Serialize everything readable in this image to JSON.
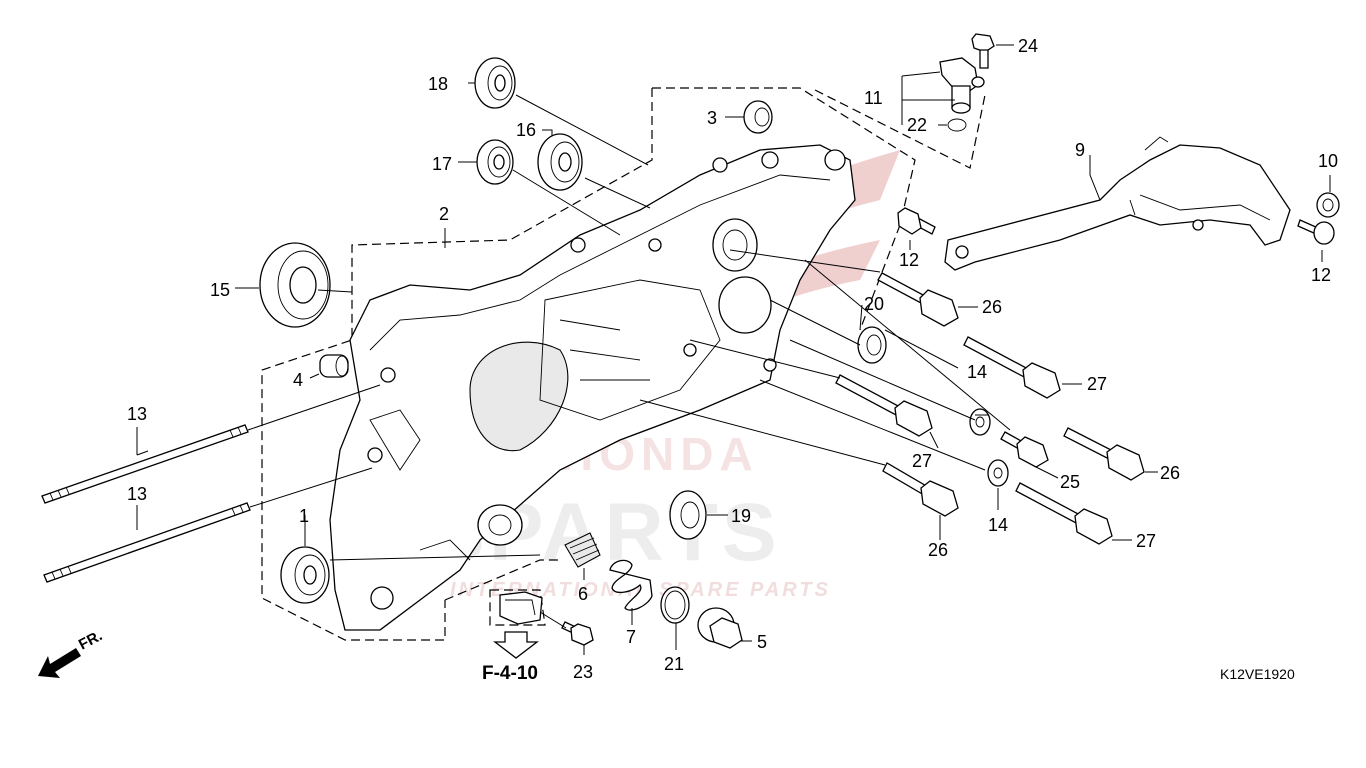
{
  "diagram_code": "K12VE1920",
  "reference": "F-4-10",
  "front_label": "FR.",
  "watermark": {
    "brand_top": "HONDA",
    "brand_main": "SPARTS",
    "tagline": "INTERNATIONAL SPARE PARTS",
    "color": "#e3a8a8"
  },
  "callouts": {
    "c1": "1",
    "c2": "2",
    "c3": "3",
    "c4": "4",
    "c5": "5",
    "c6": "6",
    "c7": "7",
    "c9": "9",
    "c10": "10",
    "c11": "11",
    "c12a": "12",
    "c12b": "12",
    "c13a": "13",
    "c13b": "13",
    "c14a": "14",
    "c14b": "14",
    "c15": "15",
    "c16": "16",
    "c17": "17",
    "c18": "18",
    "c19": "19",
    "c20": "20",
    "c21": "21",
    "c22": "22",
    "c23": "23",
    "c24": "24",
    "c25": "25",
    "c26a": "26",
    "c26b": "26",
    "c26c": "26",
    "c27a": "27",
    "c27b": "27",
    "c27c": "27"
  }
}
